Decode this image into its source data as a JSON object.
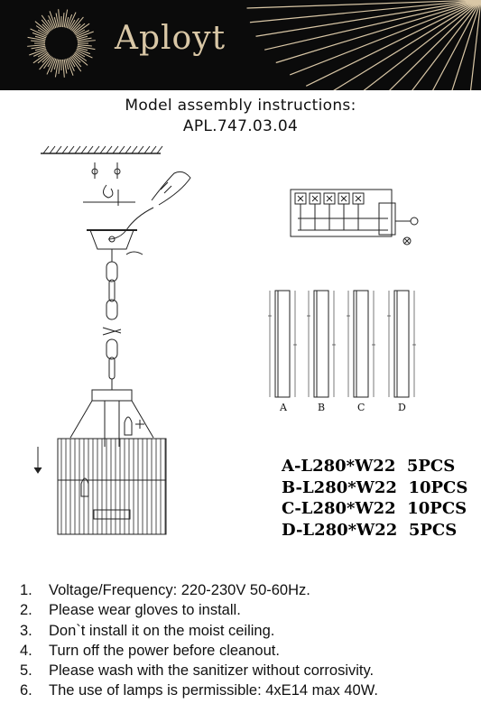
{
  "header": {
    "brand": "Aployt",
    "colors": {
      "background": "#0b0b0b",
      "gold": "#d9c7a6"
    },
    "logo_icon": "sunburst-logo-icon"
  },
  "title": {
    "line1": "Model assembly instructions:",
    "line2": "APL.747.03.04"
  },
  "diagram": {
    "part_letters": [
      "A",
      "B",
      "C",
      "D"
    ]
  },
  "parts_list": [
    "A-L280*W22  5PCS",
    "B-L280*W22  10PCS",
    "C-L280*W22  10PCS",
    "D-L280*W22  5PCS"
  ],
  "notes": [
    {
      "num": "1.",
      "text": "Voltage/Frequency: 220-230V 50-60Hz."
    },
    {
      "num": "2.",
      "text": "Please wear gloves to install."
    },
    {
      "num": "3.",
      "text": "Don`t install it on the moist ceiling."
    },
    {
      "num": "4.",
      "text": "Turn off the power before cleanout."
    },
    {
      "num": "5.",
      "text": "Please wash with the sanitizer without corrosivity."
    },
    {
      "num": "6.",
      "text": "The use of lamps is permissible: 4xE14 max 40W."
    }
  ]
}
